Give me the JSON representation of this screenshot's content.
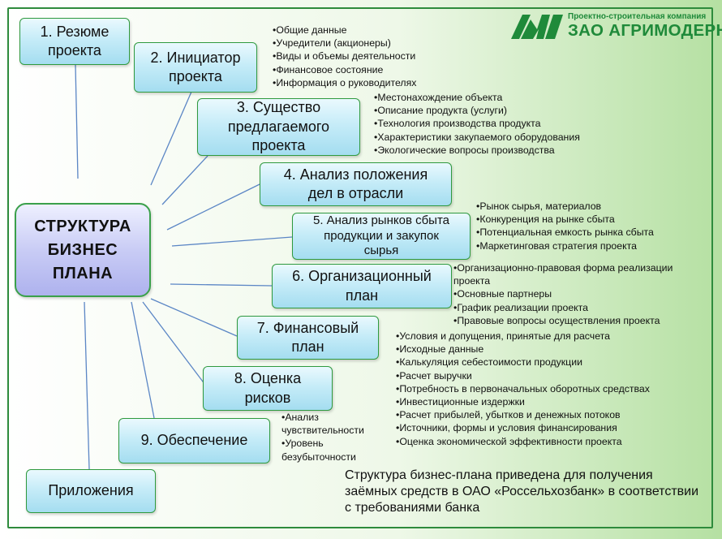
{
  "center": {
    "line1": "СТРУКТУРА",
    "line2": "БИЗНЕС",
    "line3": "ПЛАНА"
  },
  "boxes": [
    {
      "line1": "1. Резюме",
      "line2": "проекта"
    },
    {
      "line1": "2. Инициатор",
      "line2": "проекта"
    },
    {
      "line1": "3. Существо",
      "line2": "предлагаемого",
      "line3": "проекта"
    },
    {
      "line1": "4. Анализ положения",
      "line2": "дел в отрасли"
    },
    {
      "line1": "5. Анализ рынков  сбыта",
      "line2": "продукции и закупок",
      "line3": "сырья"
    },
    {
      "line1": "6. Организационный",
      "line2": "план"
    },
    {
      "line1": "7. Финансовый",
      "line2": "план"
    },
    {
      "line1": "8. Оценка",
      "line2": "рисков"
    },
    {
      "line1": "9. Обеспечение"
    },
    {
      "line1": "Приложения"
    }
  ],
  "lists": {
    "initiator": [
      "Общие данные",
      "Учредители (акционеры)",
      "Виды и объемы деятельности",
      "Финансовое состояние",
      "Информация о руководителях"
    ],
    "essence": [
      "Местонахождение объекта",
      "Описание продукта (услуги)",
      "Технология производства продукта",
      "Характеристики закупаемого оборудования",
      "Экологические вопросы производства"
    ],
    "markets": [
      "Рынок сырья, материалов",
      "Конкуренция на рынке сбыта",
      "Потенциальная емкость рынка сбыта",
      "Маркетинговая стратегия проекта"
    ],
    "organization": [
      "Организационно-правовая форма реализации проекта",
      "Основные партнеры",
      "График реализации проекта",
      "Правовые вопросы осуществления проекта"
    ],
    "financial": [
      "Условия и допущения, принятые для расчета",
      "Исходные данные",
      "Калькуляция себестоимости продукции",
      "Расчет выручки",
      "Потребность в первоначальных оборотных средствах",
      "Инвестиционные издержки",
      "Расчет прибылей, убытков и денежных потоков",
      "Источники, формы и условия финансирования",
      "Оценка экономической эффективности проекта"
    ],
    "risks": [
      "Анализ чувствительности",
      "Уровень безубыточности"
    ]
  },
  "logo": {
    "subtitle": "Проектно-строительная компания",
    "name": "ЗАО АГРИМОДЕРН",
    "accent_color": "#1f8a3a"
  },
  "note": "Структура бизнес-плана приведена для получения заёмных средств в ОАО «Россельхозбанк» в соответствии с требованиями банка"
}
